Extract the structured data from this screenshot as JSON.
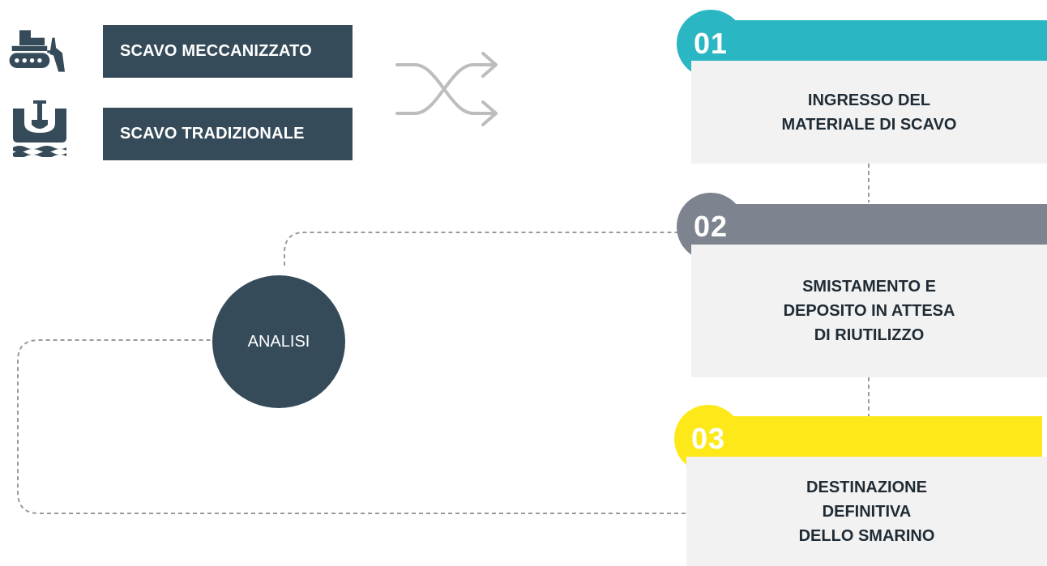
{
  "sources": [
    {
      "label": "SCAVO MECCANIZZATO",
      "icon": "bulldozer-icon"
    },
    {
      "label": "SCAVO TRADIZIONALE",
      "icon": "shovel-icon"
    }
  ],
  "shuffle_icon": "shuffle-arrows-icon",
  "steps": [
    {
      "number": "01",
      "lines": [
        "INGRESSO DEL",
        "MATERIALE DI SCAVO"
      ],
      "color": "#2ab6c3",
      "number_color": "#ffffff"
    },
    {
      "number": "02",
      "lines": [
        "SMISTAMENTO E",
        "DEPOSITO IN ATTESA",
        "DI RIUTILIZZO"
      ],
      "color": "#7d848f",
      "number_color": "#ffffff"
    },
    {
      "number": "03",
      "lines": [
        "DESTINAZIONE",
        "DEFINITIVA",
        "DELLO SMARINO"
      ],
      "color": "#fde91a",
      "number_color": "#ffffff"
    }
  ],
  "analysis": {
    "label": "ANALISI",
    "color": "#364b5a"
  },
  "colors": {
    "dark": "#364b5a",
    "box": "#f2f2f2",
    "connector": "#9a9a9a",
    "shuffle": "#bdbdbd"
  }
}
